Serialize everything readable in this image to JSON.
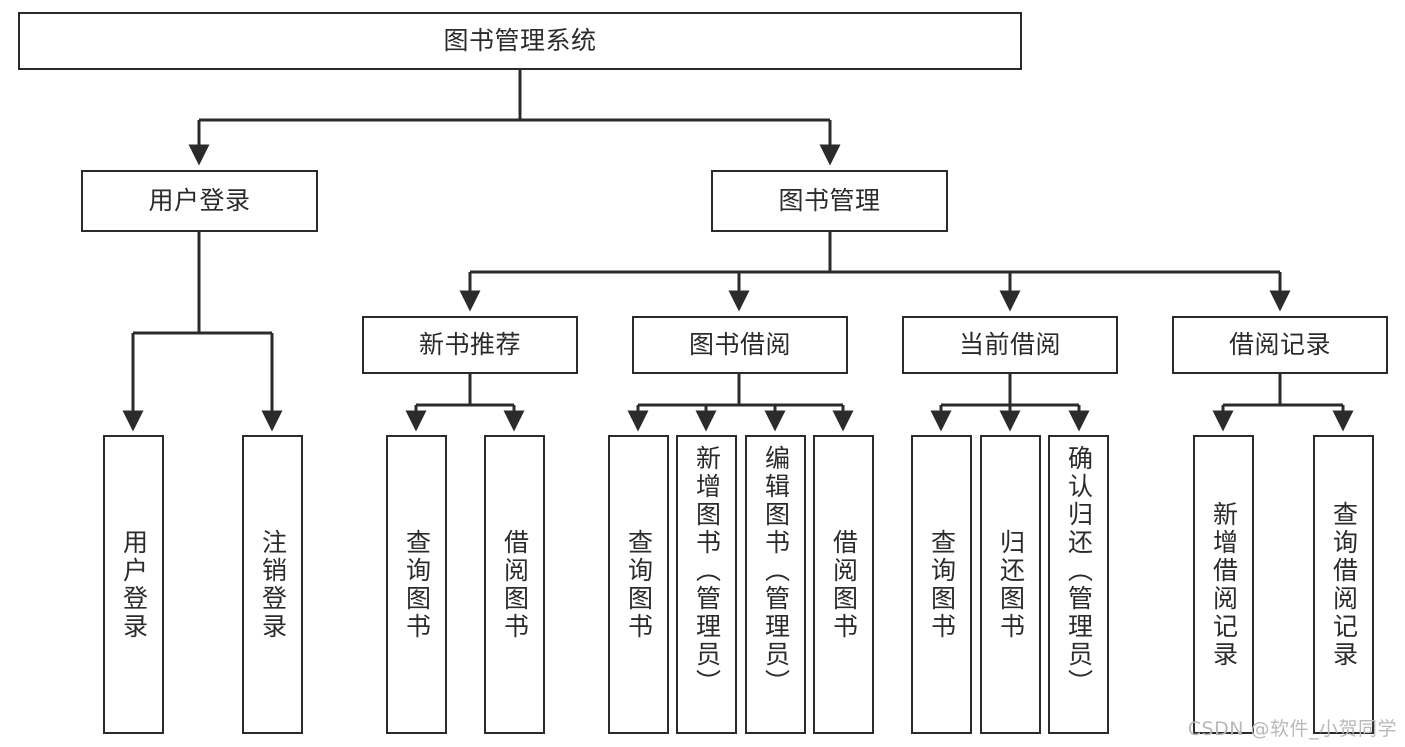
{
  "diagram": {
    "title": "图书管理系统",
    "watermark": "CSDN @软件_小贺同学",
    "line_color": "#2b2b2b",
    "box_fill": "#ffffff",
    "text_color": "#2b2b2b",
    "watermark_color": "#b9b9b9",
    "root": {
      "label": "图书管理系统"
    },
    "level2": [
      {
        "label": "用户登录"
      },
      {
        "label": "图书管理"
      }
    ],
    "level3": [
      {
        "label": "新书推荐"
      },
      {
        "label": "图书借阅"
      },
      {
        "label": "当前借阅"
      },
      {
        "label": "借阅记录"
      }
    ],
    "leaves": {
      "user_login": [
        {
          "label": "用户登录"
        },
        {
          "label": "注销登录"
        }
      ],
      "new_book_recommend": [
        {
          "label": "查询图书"
        },
        {
          "label": "借阅图书"
        }
      ],
      "book_borrow": [
        {
          "label": "查询图书"
        },
        {
          "label": "新增图书（管理员）"
        },
        {
          "label": "编辑图书（管理员）"
        },
        {
          "label": "借阅图书"
        }
      ],
      "current_borrow": [
        {
          "label": "查询图书"
        },
        {
          "label": "归还图书"
        },
        {
          "label": "确认归还（管理员）"
        }
      ],
      "borrow_record": [
        {
          "label": "新增借阅记录"
        },
        {
          "label": "查询借阅记录"
        }
      ]
    }
  }
}
